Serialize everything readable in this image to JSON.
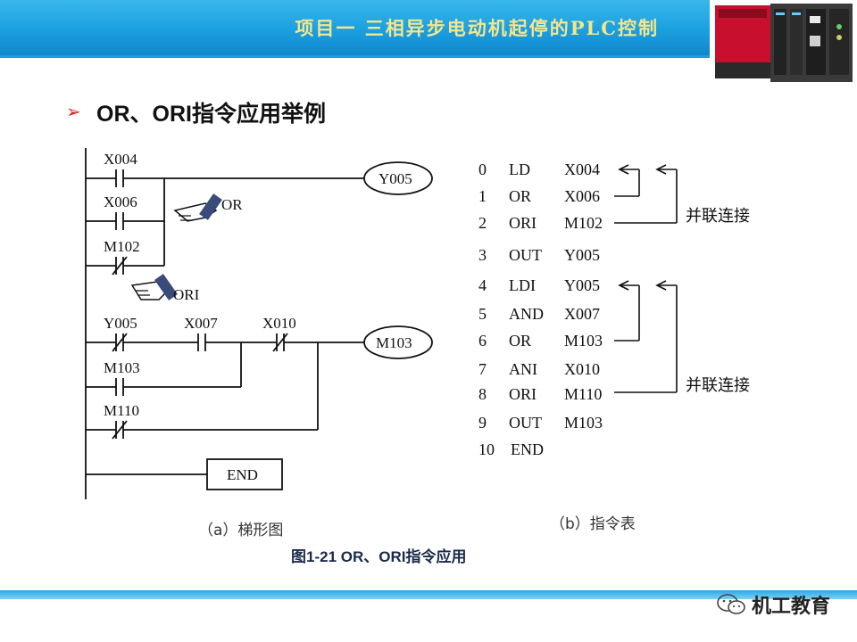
{
  "header": {
    "title": "项目一  三相异步电动机起停的PLC控制"
  },
  "section": {
    "bullet_icon": "arrow-bullet-icon",
    "title": "OR、ORI指令应用举例"
  },
  "ladder": {
    "contacts": [
      "X004",
      "X006",
      "M102",
      "Y005",
      "X007",
      "X010",
      "M103",
      "M110"
    ],
    "coils": [
      "Y005",
      "M103"
    ],
    "end_label": "END",
    "pointer_labels": [
      "OR",
      "ORI"
    ]
  },
  "instructions": [
    {
      "step": "0",
      "op": "LD",
      "operand": "X004"
    },
    {
      "step": "1",
      "op": "OR",
      "operand": "X006"
    },
    {
      "step": "2",
      "op": "ORI",
      "operand": "M102"
    },
    {
      "step": "3",
      "op": "OUT",
      "operand": "Y005"
    },
    {
      "step": "4",
      "op": "LDI",
      "operand": "Y005"
    },
    {
      "step": "5",
      "op": "AND",
      "operand": "X007"
    },
    {
      "step": "6",
      "op": "OR",
      "operand": "M103"
    },
    {
      "step": "7",
      "op": "ANI",
      "operand": "X010"
    },
    {
      "step": "8",
      "op": "ORI",
      "operand": "M110"
    },
    {
      "step": "9",
      "op": "OUT",
      "operand": "M103"
    },
    {
      "step": "10",
      "op": "END",
      "operand": ""
    }
  ],
  "bracket_labels": [
    "并联连接",
    "并联连接"
  ],
  "captions": {
    "a": "（a）梯形图",
    "b": "（b）指令表",
    "figure": "图1-21    OR、ORI指令应用"
  },
  "footer": {
    "brand": "机工教育",
    "brand_icon": "wechat-icon"
  }
}
